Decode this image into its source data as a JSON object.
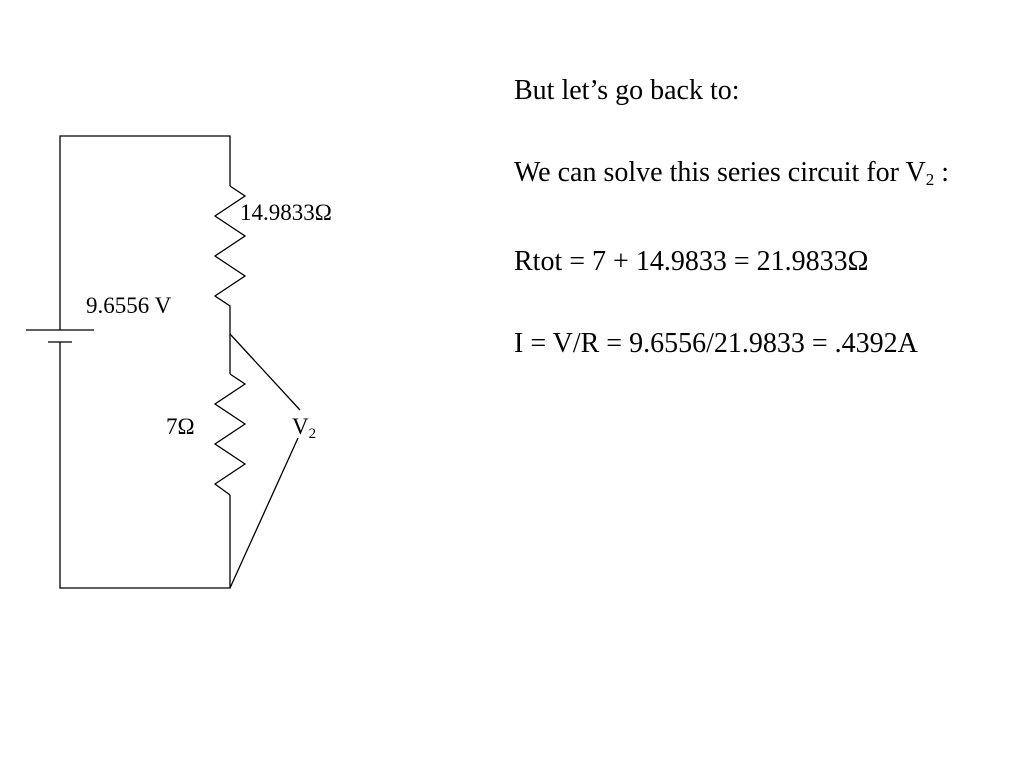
{
  "diagram": {
    "source_voltage": "9.6556 V",
    "resistor_top": "14.9833Ω",
    "resistor_bottom": "7Ω",
    "probe": {
      "main": "V",
      "sub": "2"
    }
  },
  "text": {
    "heading": "But let’s go back to:",
    "intro_part1": "We can solve this series circuit for ",
    "intro_var": "V",
    "intro_sub": "2",
    "intro_part2": " :",
    "rtot": "Rtot = 7 + 14.9833 = 21.9833Ω",
    "current": "I = V/R = 9.6556/21.9833 = .4392A"
  }
}
